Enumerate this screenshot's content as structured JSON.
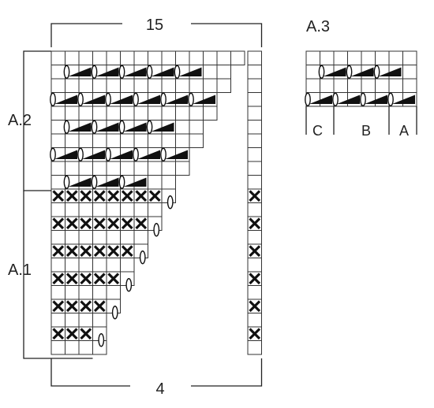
{
  "labels": {
    "top_count": "15",
    "bottom_count": "4",
    "a2": "A.2",
    "a1": "A.1",
    "a3": "A.3",
    "col_c": "C",
    "col_b": "B",
    "col_a": "A"
  },
  "symbols": {
    "cross": "cross-stitch-symbol",
    "oval": "oval-stitch-symbol",
    "wedge": "black-wedge-symbol"
  },
  "colors": {
    "line": "#222222",
    "grid": "#333333",
    "fill": "#111111",
    "background": "#ffffff"
  }
}
